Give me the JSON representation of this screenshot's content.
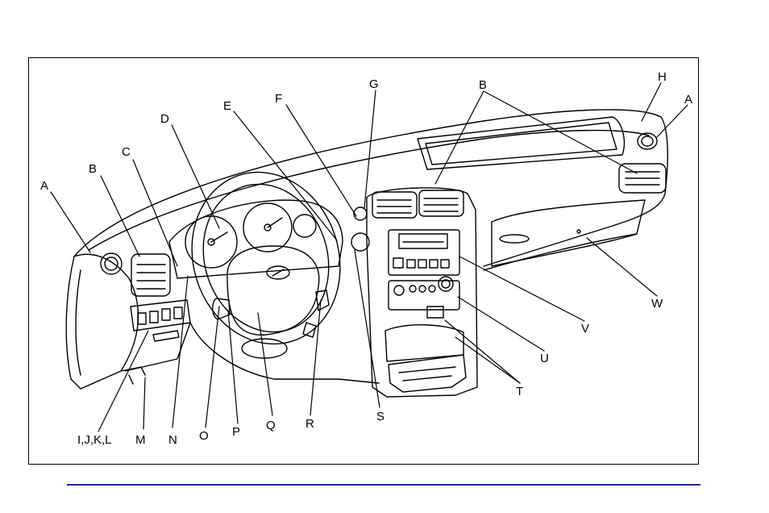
{
  "diagram": {
    "labels": {
      "A_left": "A",
      "B_left": "B",
      "C": "C",
      "D": "D",
      "E": "E",
      "F": "F",
      "G": "G",
      "B_right": "B",
      "H": "H",
      "A_right": "A",
      "W": "W",
      "V": "V",
      "U": "U",
      "T": "T",
      "S": "S",
      "R": "R",
      "Q": "Q",
      "P": "P",
      "O": "O",
      "N": "N",
      "M": "M",
      "IJKL": "I,J,K,L"
    }
  },
  "colors": {
    "line": "#000000",
    "rule": "#2222aa",
    "background": "#ffffff"
  }
}
